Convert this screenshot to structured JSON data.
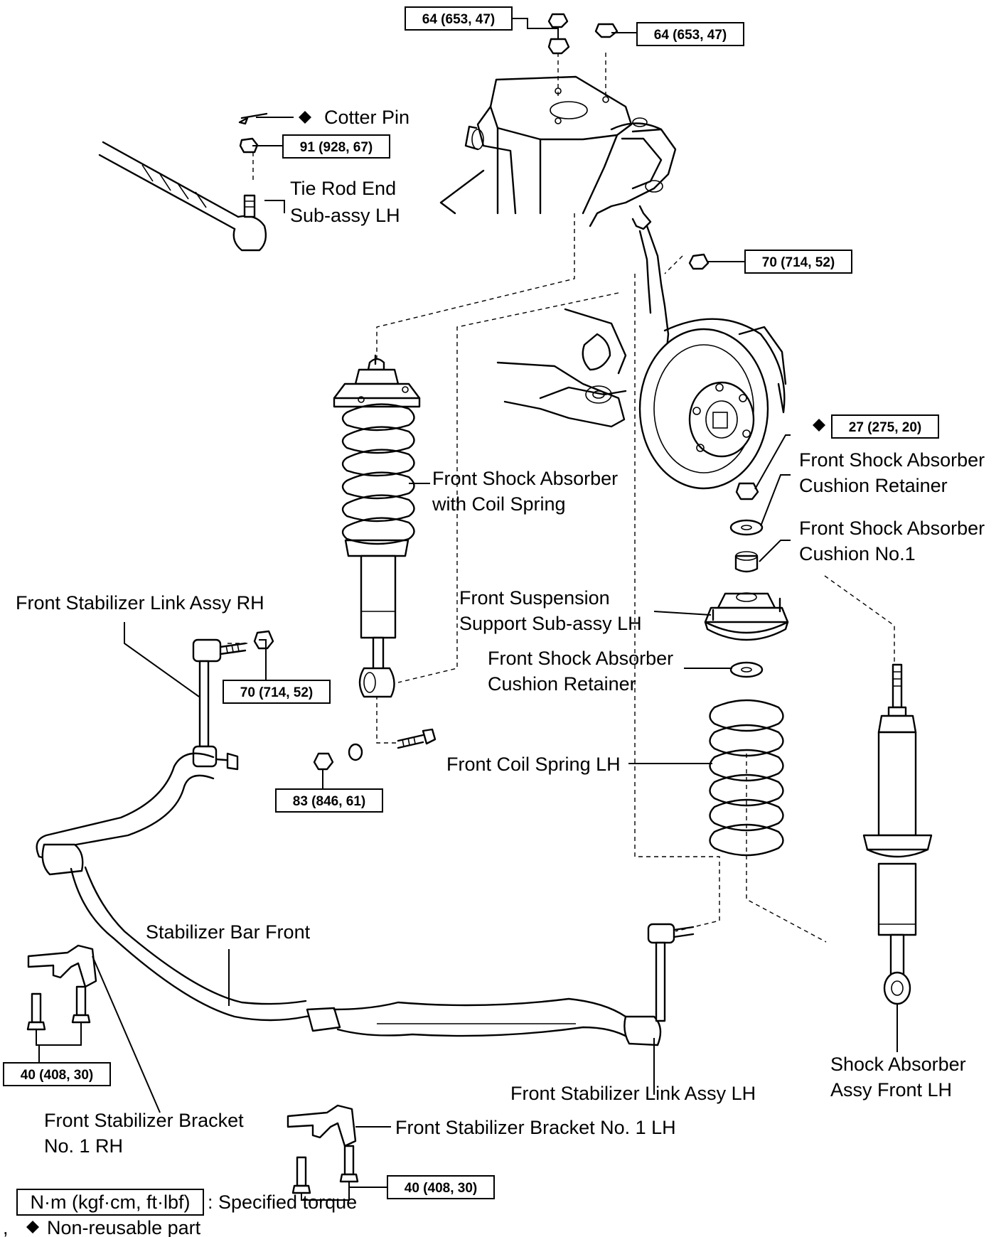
{
  "labels": {
    "cotter_pin": "Cotter Pin",
    "tie_rod_line1": "Tie Rod End",
    "tie_rod_line2": "Sub-assy LH",
    "shock_coil_line1": "Front Shock Absorber",
    "shock_coil_line2": "with Coil Spring",
    "cushion_retainer_top_line1": "Front Shock Absorber",
    "cushion_retainer_top_line2": "Cushion Retainer",
    "cushion_no1_line1": "Front Shock Absorber",
    "cushion_no1_line2": "Cushion No.1",
    "support_line1": "Front Suspension",
    "support_line2": "Support Sub-assy LH",
    "cushion_retainer_bottom_line1": "Front Shock Absorber",
    "cushion_retainer_bottom_line2": "Cushion Retainer",
    "coil_spring": "Front Coil Spring LH",
    "stab_link_rh": "Front Stabilizer Link Assy RH",
    "stab_bar": "Stabilizer Bar Front",
    "stab_link_lh": "Front Stabilizer Link Assy LH",
    "bracket_rh_line1": "Front Stabilizer Bracket",
    "bracket_rh_line2": "No. 1 RH",
    "bracket_lh": "Front Stabilizer Bracket No. 1 LH",
    "shock_assy_line1": "Shock Absorber",
    "shock_assy_line2": "Assy Front LH"
  },
  "torques": {
    "top_left": "64 (653, 47)",
    "top_right": "64 (653, 47)",
    "tie_rod_nut": "91 (928, 67)",
    "knuckle_nut": "70 (714, 52)",
    "shock_nut": "27 (275, 20)",
    "link_rh": "70 (714, 52)",
    "lower_bolt": "83 (846, 61)",
    "bracket_rh": "40 (408, 30)",
    "bracket_lh": "40 (408, 30)"
  },
  "legend": {
    "unit_box": "N·m (kgf·cm, ft·lbf)",
    "unit_text": ": Specified torque",
    "nonreusable_text": "Non-reusable part",
    "prefix": ","
  },
  "colors": {
    "ink": "#000000",
    "paper": "#ffffff"
  },
  "icons": [
    "diamond-icon"
  ]
}
